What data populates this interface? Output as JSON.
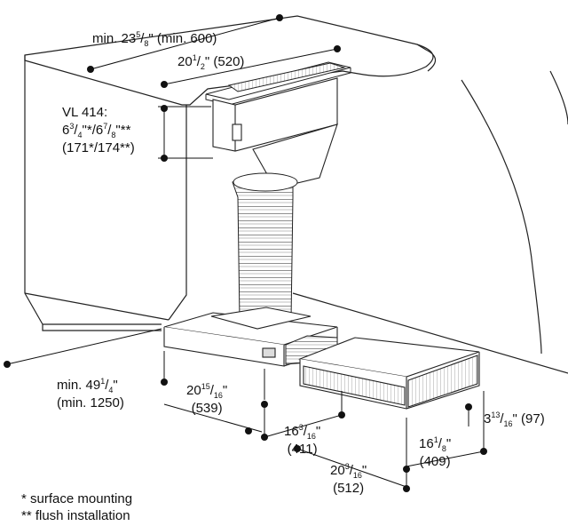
{
  "dimensions": {
    "countertop_depth": {
      "whole": "min. 23",
      "num": "5",
      "den": "8",
      "rest": "\" (min. 600)"
    },
    "unit_width": {
      "whole": "20",
      "num": "1",
      "den": "2",
      "rest": "\" (520)"
    },
    "vl414_title": "VL 414:",
    "vl414_line1_whole_a": "6",
    "vl414_line1_num_a": "3",
    "vl414_line1_den_a": "4",
    "vl414_line1_mid": "\"*/6",
    "vl414_line1_num_b": "7",
    "vl414_line1_den_b": "8",
    "vl414_line1_end": "\"**",
    "vl414_line2": "(171*/174**)",
    "min_depth": {
      "whole": "min. 49",
      "num": "1",
      "den": "4",
      "rest": "\"",
      "metric": "(min. 1250)"
    },
    "box_width": {
      "whole": "20",
      "num": "15",
      "den": "16",
      "rest": "\"",
      "metric": "(539)"
    },
    "duct_depth": {
      "whole": "16",
      "num": "3",
      "den": "16",
      "rest": "\"",
      "metric": "(411)"
    },
    "filter_height": {
      "whole": "3",
      "num": "13",
      "den": "16",
      "rest": "\" (97)"
    },
    "filter_depth": {
      "whole": "16",
      "num": "1",
      "den": "8",
      "rest": "\"",
      "metric": "(409)"
    },
    "filter_width": {
      "whole": "20",
      "num": "3",
      "den": "16",
      "rest": "\"",
      "metric": "(512)"
    }
  },
  "legend": {
    "surface": "*  surface mounting",
    "flush": "** flush installation"
  }
}
